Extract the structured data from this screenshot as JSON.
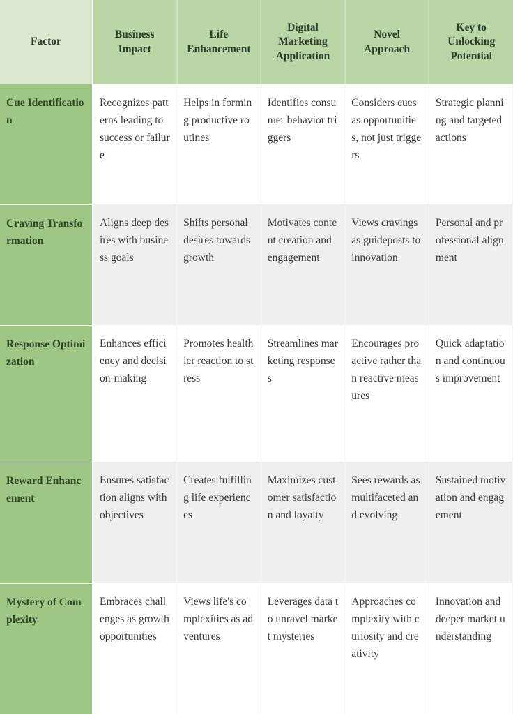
{
  "table": {
    "columns": [
      "Factor",
      "Business Impact",
      "Life Enhancement",
      "Digital Marketing Application",
      "Novel Approach",
      "Key to Unlocking Potential"
    ],
    "colors": {
      "header_factor_bg": "#dbe8d0",
      "header_data_bg": "#b9d6a7",
      "factor_cell_bg": "#9ec684",
      "row_odd_bg": "#ffffff",
      "row_even_bg": "#efefef",
      "header_text": "#2f3b2c",
      "factor_text": "#2f4428",
      "body_text": "#3a3a3a"
    },
    "rows": [
      {
        "factor": "Cue Identification",
        "business_impact": "Recognizes patterns leading to success or failure",
        "life_enhancement": "Helps in forming productive routines",
        "digital_marketing_application": "Identifies consumer behavior triggers",
        "novel_approach": "Considers cues as opportunities, not just triggers",
        "key_to_unlocking_potential": "Strategic planning and targeted actions"
      },
      {
        "factor": "Craving Transformation",
        "business_impact": "Aligns deep desires with business goals",
        "life_enhancement": "Shifts personal desires towards growth",
        "digital_marketing_application": "Motivates content creation and engagement",
        "novel_approach": "Views cravings as guideposts to innovation",
        "key_to_unlocking_potential": "Personal and professional alignment"
      },
      {
        "factor": "Response Optimization",
        "business_impact": "Enhances efficiency and decision-making",
        "life_enhancement": "Promotes healthier reaction to stress",
        "digital_marketing_application": "Streamlines marketing responses",
        "novel_approach": "Encourages proactive rather than reactive measures",
        "key_to_unlocking_potential": "Quick adaptation and continuous improvement"
      },
      {
        "factor": "Reward Enhancement",
        "business_impact": "Ensures satisfaction aligns with objectives",
        "life_enhancement": "Creates fulfilling life experiences",
        "digital_marketing_application": "Maximizes customer satisfaction and loyalty",
        "novel_approach": "Sees rewards as multifaceted and evolving",
        "key_to_unlocking_potential": "Sustained motivation and engagement"
      },
      {
        "factor": "Mystery of Complexity",
        "business_impact": "Embraces challenges as growth opportunities",
        "life_enhancement": "Views life's complexities as adventures",
        "digital_marketing_application": "Leverages data to unravel market mysteries",
        "novel_approach": "Approaches complexity with curiosity and creativity",
        "key_to_unlocking_potential": "Innovation and deeper market understanding"
      }
    ]
  }
}
